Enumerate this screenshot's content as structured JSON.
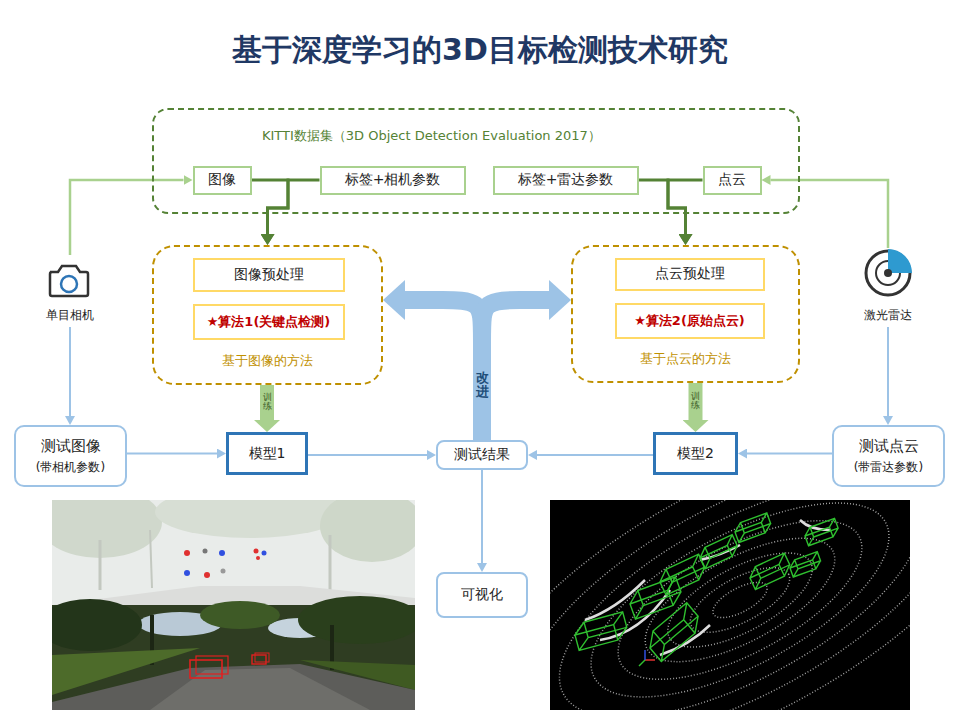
{
  "diagram": {
    "title": "基于深度学习的3D目标检测技术研究",
    "nodes": [
      {
        "text": [
          "KITTI数据集（3D Object Detection Evaluation 2017）"
        ]
      },
      {
        "text": [
          "图像"
        ],
        "in": 0
      },
      {
        "text": [
          "标签+相机参数"
        ],
        "in": 0
      },
      {
        "text": [
          "标签+雷达参数"
        ],
        "in": 0
      },
      {
        "text": [
          "点云"
        ],
        "in": 0
      },
      {
        "text": [
          "基于图像的方法"
        ]
      },
      {
        "text": [
          "图像预处理"
        ],
        "in": 5
      },
      {
        "text": [
          "★算法1(关键点检测)"
        ],
        "in": 5
      },
      {
        "text": [
          "基于点云的方法"
        ]
      },
      {
        "text": [
          "点云预处理"
        ],
        "in": 8
      },
      {
        "text": [
          "★算法2(原始点云)"
        ],
        "in": 8
      },
      {
        "text": [
          "单目相机"
        ]
      },
      {
        "text": [
          "激光雷达"
        ]
      },
      {
        "text": [
          "测试图像",
          "(带相机参数)"
        ]
      },
      {
        "text": [
          "模型1"
        ]
      },
      {
        "text": [
          "测试结果"
        ]
      },
      {
        "text": [
          "模型2"
        ]
      },
      {
        "text": [
          "测试点云",
          "(带雷达参数)"
        ]
      },
      {
        "text": [
          "可视化"
        ]
      }
    ],
    "edges": [
      {
        "from": 11,
        "to": 1,
        "arrow": "to"
      },
      {
        "from": 12,
        "to": 4,
        "arrow": "to"
      },
      {
        "from": 1,
        "to": 5,
        "arrow": "to"
      },
      {
        "from": 2,
        "to": 5,
        "arrow": "to"
      },
      {
        "from": 3,
        "to": 8,
        "arrow": "to"
      },
      {
        "from": 4,
        "to": 8,
        "arrow": "to"
      },
      {
        "from": 11,
        "to": 13,
        "arrow": "to"
      },
      {
        "from": 12,
        "to": 17,
        "arrow": "to"
      },
      {
        "from": 5,
        "to": 14,
        "label": "训练",
        "arrow": "to"
      },
      {
        "from": 8,
        "to": 16,
        "label": "训练",
        "arrow": "to"
      },
      {
        "from": 13,
        "to": 14,
        "arrow": "to"
      },
      {
        "from": 14,
        "to": 15,
        "arrow": "to"
      },
      {
        "from": 16,
        "to": 15,
        "arrow": "to"
      },
      {
        "from": 17,
        "to": 16,
        "arrow": "to"
      },
      {
        "from": 15,
        "to": 18,
        "arrow": "to"
      },
      {
        "from": 15,
        "to": 5,
        "label": "改进",
        "arrow": "to"
      },
      {
        "from": 15,
        "to": 8,
        "arrow": "to"
      }
    ]
  }
}
